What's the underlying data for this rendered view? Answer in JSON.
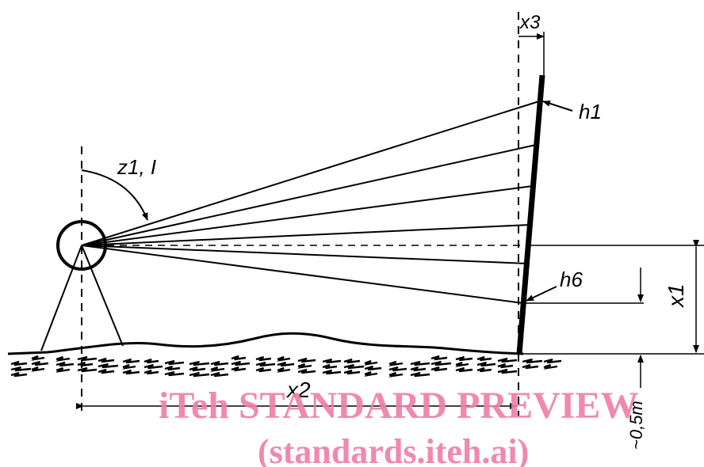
{
  "labels": {
    "x3": "x3",
    "h1": "h1",
    "z": "z1, I",
    "h6": "h6",
    "x1": "x1",
    "x2": "x2",
    "depth": "~0,5m"
  },
  "watermark": {
    "line1": "iTeh STANDARD PREVIEW",
    "line2": "(standards.iteh.ai)"
  },
  "colors": {
    "ink": "#000000",
    "watermark": "#ef7fa8"
  }
}
